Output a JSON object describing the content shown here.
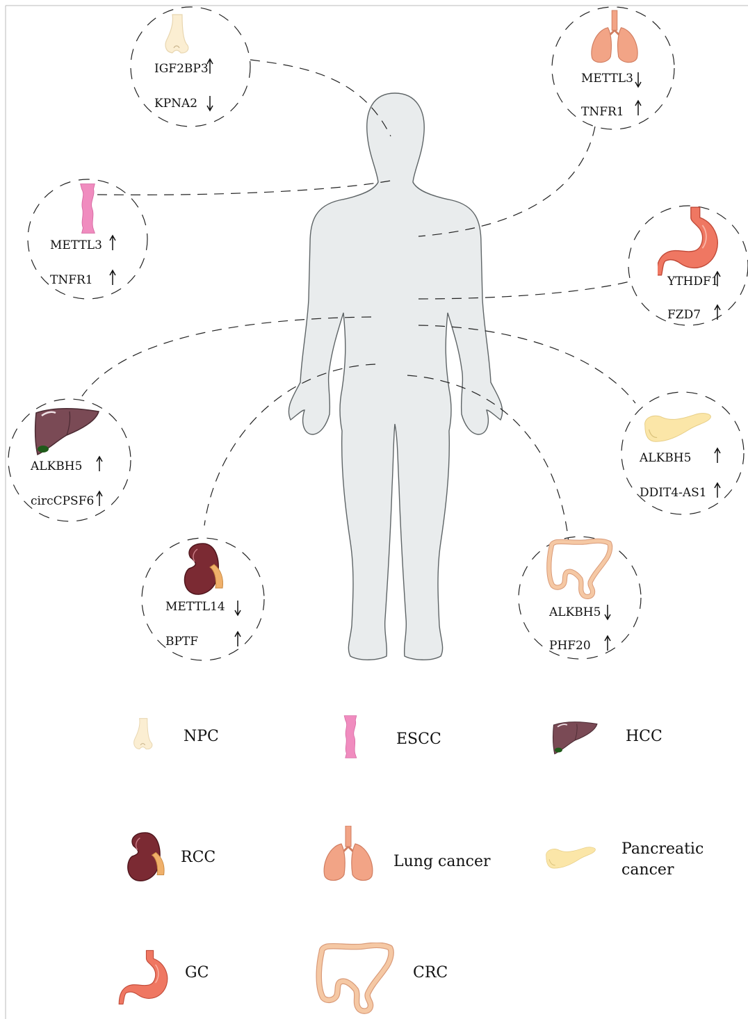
{
  "organs": [
    {
      "id": "npc",
      "genes": [
        {
          "name": "IGF2BP3",
          "dir": "up"
        },
        {
          "name": "KPNA2",
          "dir": "down"
        }
      ]
    },
    {
      "id": "lung",
      "genes": [
        {
          "name": "METTL3",
          "dir": "down"
        },
        {
          "name": "TNFR1",
          "dir": "up"
        }
      ]
    },
    {
      "id": "escc",
      "genes": [
        {
          "name": "METTL3",
          "dir": "up"
        },
        {
          "name": "TNFR1",
          "dir": "up"
        }
      ]
    },
    {
      "id": "gc",
      "genes": [
        {
          "name": "YTHDF1",
          "dir": "up"
        },
        {
          "name": "FZD7",
          "dir": "up"
        }
      ]
    },
    {
      "id": "hcc",
      "genes": [
        {
          "name": "ALKBH5",
          "dir": "up"
        },
        {
          "name": "circCPSF6",
          "dir": "up"
        }
      ]
    },
    {
      "id": "pancreatic",
      "genes": [
        {
          "name": "ALKBH5",
          "dir": "up"
        },
        {
          "name": "DDIT4-AS1",
          "dir": "up"
        }
      ]
    },
    {
      "id": "rcc",
      "genes": [
        {
          "name": "METTL14",
          "dir": "down"
        },
        {
          "name": "BPTF",
          "dir": "up"
        }
      ]
    },
    {
      "id": "crc",
      "genes": [
        {
          "name": "ALKBH5",
          "dir": "down"
        },
        {
          "name": "PHF20",
          "dir": "up"
        }
      ]
    }
  ],
  "legend": [
    {
      "id": "npc",
      "label": "NPC"
    },
    {
      "id": "escc",
      "label": "ESCC"
    },
    {
      "id": "hcc",
      "label": "HCC"
    },
    {
      "id": "rcc",
      "label": "RCC"
    },
    {
      "id": "lung",
      "label": "Lung cancer"
    },
    {
      "id": "pancreatic",
      "label_lines": [
        "Pancreatic",
        "cancer"
      ]
    },
    {
      "id": "gc",
      "label": "GC"
    },
    {
      "id": "crc",
      "label": "CRC"
    }
  ],
  "colors": {
    "nose": "#fbeed2",
    "esophagus": "#f08cbf",
    "liver": "#7a4a55",
    "gallbladder": "#1f5a1a",
    "kidney": "#7b2a33",
    "ureter": "#f0b06a",
    "lung": "#f2a486",
    "stomach": "#ef7762",
    "pancreas": "#fbe6a8",
    "colon": "#f5c8a4",
    "body": "#e9eced"
  }
}
